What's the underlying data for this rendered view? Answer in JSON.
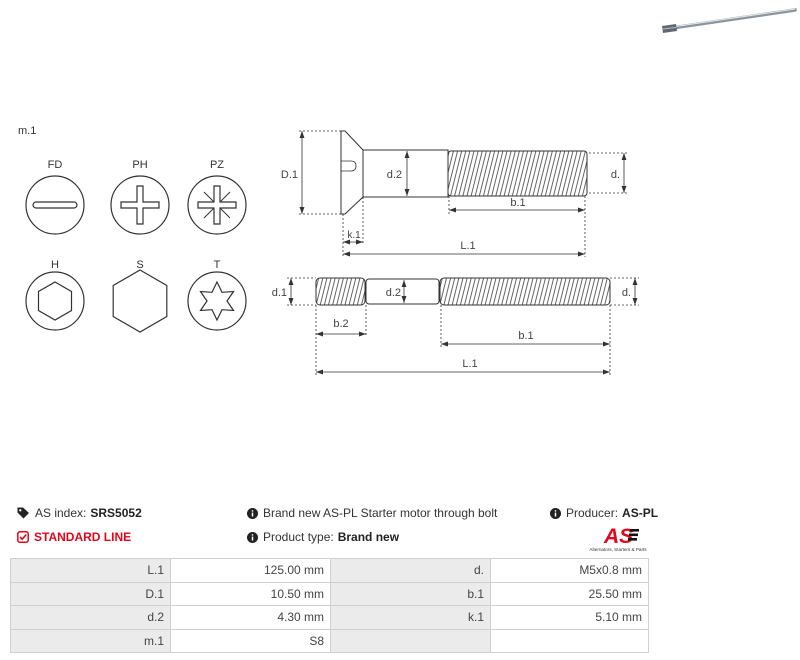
{
  "heads": {
    "label": "m.1",
    "types": [
      {
        "code": "FD",
        "icon": "slotted-head-icon"
      },
      {
        "code": "PH",
        "icon": "phillips-head-icon"
      },
      {
        "code": "PZ",
        "icon": "pozidriv-head-icon"
      },
      {
        "code": "H",
        "icon": "hex-socket-head-icon"
      },
      {
        "code": "S",
        "icon": "hex-head-icon"
      },
      {
        "code": "T",
        "icon": "torx-head-icon"
      }
    ]
  },
  "drawing_countersunk": {
    "D1": "D.1",
    "d2": "d.2",
    "d": "d.",
    "b1": "b.1",
    "k1": "k.1",
    "L1": "L.1"
  },
  "drawing_stud": {
    "d1": "d.1",
    "d2": "d.2",
    "d": "d.",
    "b2": "b.2",
    "b1": "b.1",
    "L1": "L.1"
  },
  "info": {
    "index_label": "AS index:",
    "index_value": "SRS5052",
    "line_label": "STANDARD LINE",
    "description": "Brand new AS-PL Starter motor through bolt",
    "product_type_label": "Product type:",
    "product_type_value": "Brand new",
    "producer_label": "Producer:",
    "producer_value": "AS-PL"
  },
  "logo": {
    "text": "AS",
    "tagline": "Alternators, Starters & Parts"
  },
  "specs": [
    {
      "label1": "L.1",
      "value1": "125.00 mm",
      "label2": "d.",
      "value2": "M5x0.8 mm"
    },
    {
      "label1": "D.1",
      "value1": "10.50 mm",
      "label2": "b.1",
      "value2": "25.50 mm"
    },
    {
      "label1": "d.2",
      "value1": "4.30 mm",
      "label2": "k.1",
      "value2": "5.10 mm"
    },
    {
      "label1": "m.1",
      "value1": "S8"
    }
  ],
  "icons": {
    "index": "tag-icon",
    "line": "check-square-icon",
    "info": "info-icon",
    "photo": "through-bolt-photo"
  },
  "colors": {
    "accent": "#e3051b",
    "text": "#333333",
    "label_cell": "#ebebeb",
    "border": "#d0d0d0"
  }
}
